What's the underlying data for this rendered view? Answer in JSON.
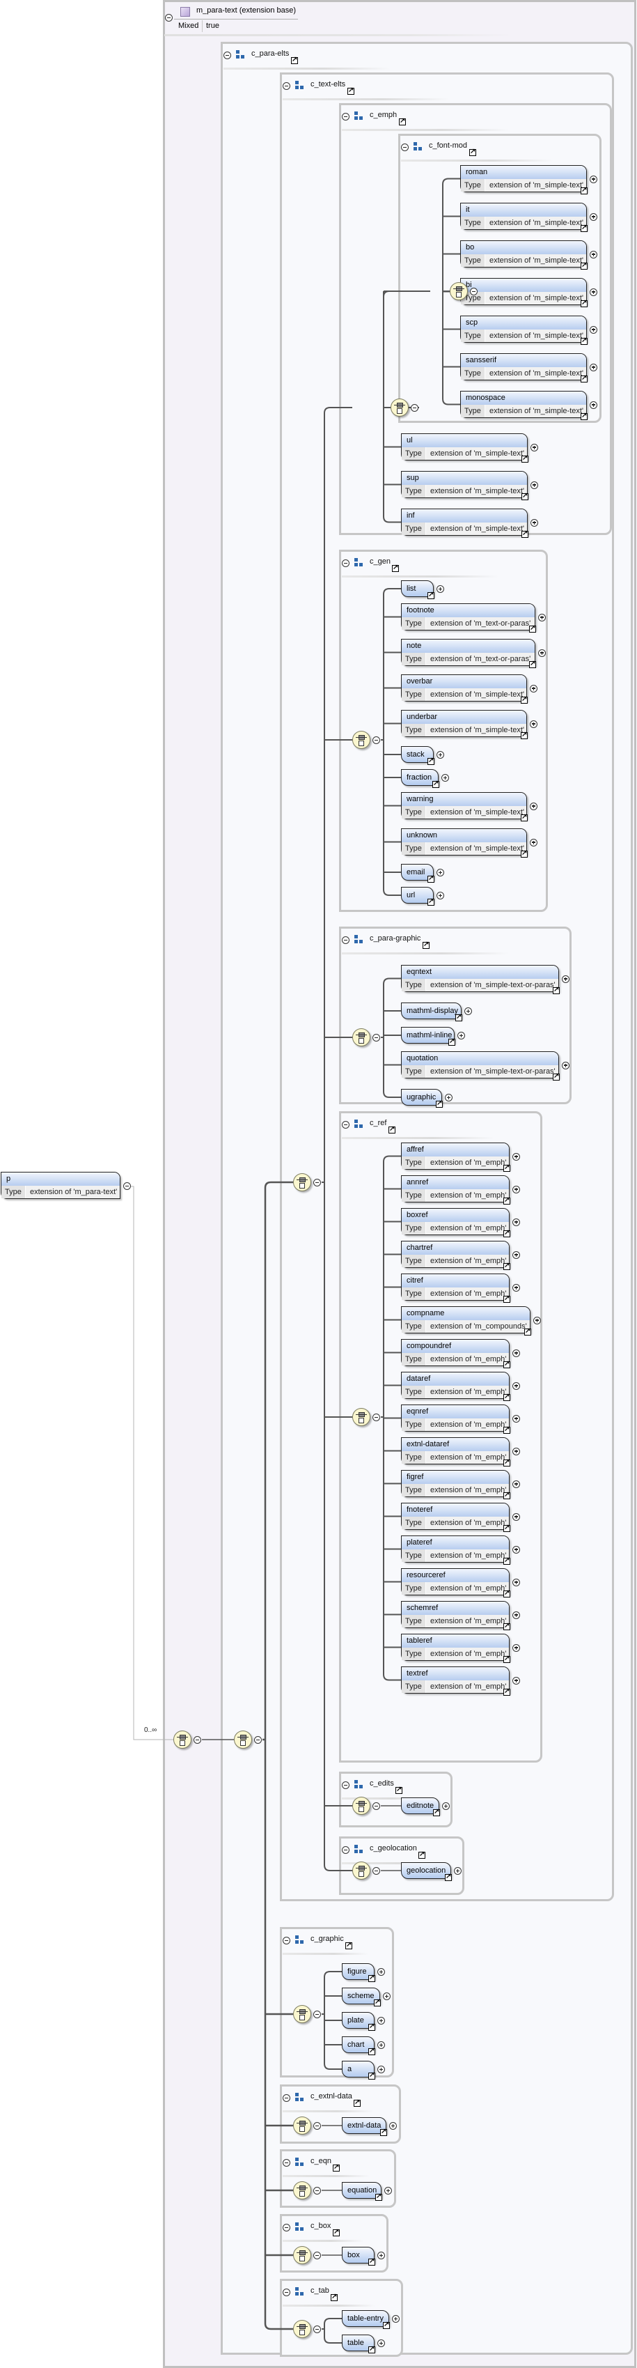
{
  "base": {
    "title": "m_para-text (extension base)",
    "prop_label": "Mixed",
    "prop_value": "true"
  },
  "root": {
    "name": "p",
    "type_label": "Type",
    "type_value": "extension of 'm_para-text'",
    "cardinality": "0..∞"
  },
  "groups": {
    "para_elts": "c_para-elts",
    "text_elts": "c_text-elts",
    "emph": "c_emph",
    "font_mod": "c_font-mod",
    "gen": "c_gen",
    "para_graphic": "c_para-graphic",
    "ref": "c_ref",
    "edits": "c_edits",
    "geolocation": "c_geolocation",
    "graphic": "c_graphic",
    "extnl_data": "c_extnl-data",
    "eqn": "c_eqn",
    "box": "c_box",
    "tab": "c_tab"
  },
  "type_label": "Type",
  "font_mod_elements": [
    {
      "name": "roman",
      "type": "extension of 'm_simple-text'"
    },
    {
      "name": "it",
      "type": "extension of 'm_simple-text'"
    },
    {
      "name": "bo",
      "type": "extension of 'm_simple-text'"
    },
    {
      "name": "bi",
      "type": "extension of 'm_simple-text'"
    },
    {
      "name": "scp",
      "type": "extension of 'm_simple-text'"
    },
    {
      "name": "sansserif",
      "type": "extension of 'm_simple-text'"
    },
    {
      "name": "monospace",
      "type": "extension of 'm_simple-text'"
    }
  ],
  "emph_elements": [
    {
      "name": "ul",
      "type": "extension of 'm_simple-text'"
    },
    {
      "name": "sup",
      "type": "extension of 'm_simple-text'"
    },
    {
      "name": "inf",
      "type": "extension of 'm_simple-text'"
    }
  ],
  "gen_elements": [
    {
      "name": "list"
    },
    {
      "name": "footnote",
      "type": "extension of 'm_text-or-paras'"
    },
    {
      "name": "note",
      "type": "extension of 'm_text-or-paras'"
    },
    {
      "name": "overbar",
      "type": "extension of 'm_simple-text'"
    },
    {
      "name": "underbar",
      "type": "extension of 'm_simple-text'"
    },
    {
      "name": "stack"
    },
    {
      "name": "fraction"
    },
    {
      "name": "warning",
      "type": "extension of 'm_simple-text'"
    },
    {
      "name": "unknown",
      "type": "extension of 'm_simple-text'"
    },
    {
      "name": "email"
    },
    {
      "name": "url"
    }
  ],
  "para_graphic_elements": [
    {
      "name": "eqntext",
      "type": "extension of 'm_simple-text-or-paras'"
    },
    {
      "name": "mathml-display"
    },
    {
      "name": "mathml-inline"
    },
    {
      "name": "quotation",
      "type": "extension of 'm_simple-text-or-paras'"
    },
    {
      "name": "ugraphic"
    }
  ],
  "ref_elements": [
    {
      "name": "affref",
      "type": "extension of 'm_emph'"
    },
    {
      "name": "annref",
      "type": "extension of 'm_emph'"
    },
    {
      "name": "boxref",
      "type": "extension of 'm_emph'"
    },
    {
      "name": "chartref",
      "type": "extension of 'm_emph'"
    },
    {
      "name": "citref",
      "type": "extension of 'm_emph'"
    },
    {
      "name": "compname",
      "type": "extension of 'm_compounds'"
    },
    {
      "name": "compoundref",
      "type": "extension of 'm_emph'"
    },
    {
      "name": "dataref",
      "type": "extension of 'm_emph'"
    },
    {
      "name": "eqnref",
      "type": "extension of 'm_emph'"
    },
    {
      "name": "extnl-dataref",
      "type": "extension of 'm_emph'"
    },
    {
      "name": "figref",
      "type": "extension of 'm_emph'"
    },
    {
      "name": "fnoteref",
      "type": "extension of 'm_emph'"
    },
    {
      "name": "plateref",
      "type": "extension of 'm_emph'"
    },
    {
      "name": "resourceref",
      "type": "extension of 'm_emph'"
    },
    {
      "name": "schemref",
      "type": "extension of 'm_emph'"
    },
    {
      "name": "tableref",
      "type": "extension of 'm_emph'"
    },
    {
      "name": "textref",
      "type": "extension of 'm_emph'"
    }
  ],
  "edits_elements": [
    {
      "name": "editnote"
    }
  ],
  "geolocation_elements": [
    {
      "name": "geolocation"
    }
  ],
  "graphic_elements": [
    {
      "name": "figure"
    },
    {
      "name": "scheme"
    },
    {
      "name": "plate"
    },
    {
      "name": "chart"
    },
    {
      "name": "a"
    }
  ],
  "extnl_data_elements": [
    {
      "name": "extnl-data"
    }
  ],
  "eqn_elements": [
    {
      "name": "equation"
    }
  ],
  "box_elements": [
    {
      "name": "box"
    }
  ],
  "tab_elements": [
    {
      "name": "table-entry"
    },
    {
      "name": "table"
    }
  ]
}
